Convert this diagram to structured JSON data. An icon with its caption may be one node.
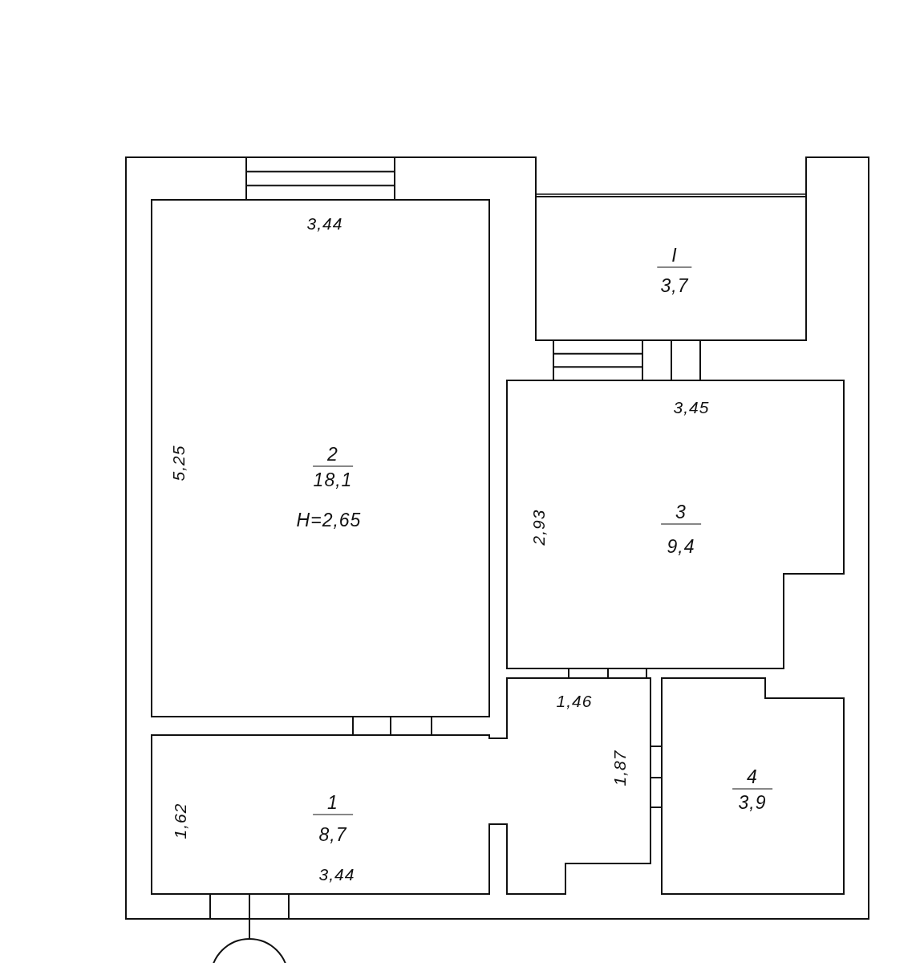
{
  "diagram": {
    "nodes": [
      {
        "text": [
          "I",
          "3,7"
        ]
      },
      {
        "text": [
          "2",
          "18,1",
          "H=2,65"
        ]
      },
      {
        "text": [
          "3",
          "9,4"
        ]
      },
      {
        "text": [
          "1",
          "8,7"
        ]
      },
      {
        "text": [
          "4",
          "3,9"
        ]
      }
    ],
    "labels": [
      "3,44",
      "3,45",
      "5,25",
      "2,93",
      "1,46",
      "1,87",
      "1,62",
      "3,44"
    ]
  }
}
